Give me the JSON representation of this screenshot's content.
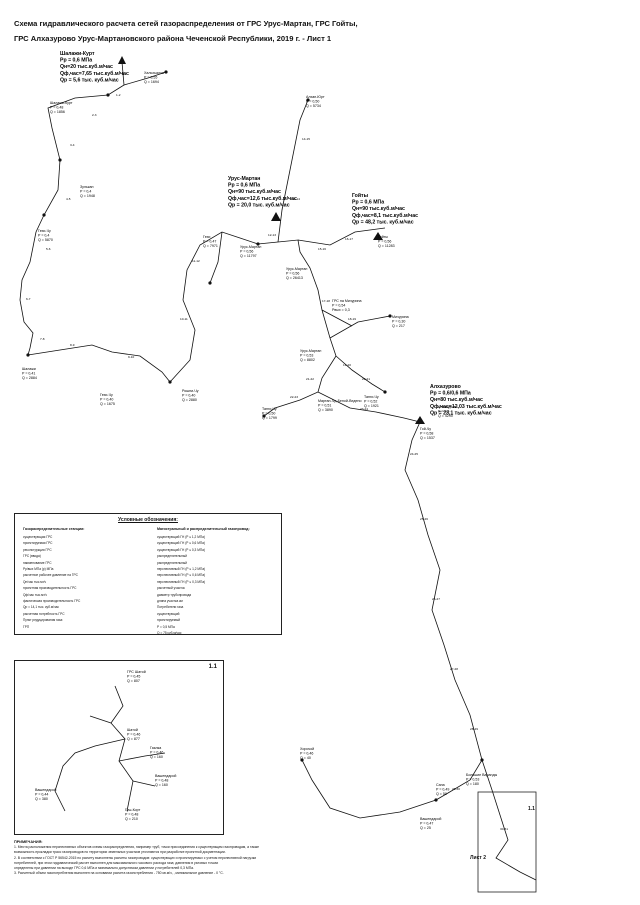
{
  "title": {
    "line1": "Схема гидравлического расчета сетей газораспределения от ГРС Урус-Мартан, ГРС Гойты,",
    "line2": "ГРС Алхазурово Урус-Мартановского района Чеченской Республики, 2019 г. - Лист 1"
  },
  "sources": [
    {
      "id": "shalazhi",
      "lines": [
        "Шалажи-Курт",
        "Рр = 0,6 МПа",
        "Qн=20 тыс.куб.м/час",
        "Qф,час=7,65 тыс.куб.м/час",
        "Qр = 5,6 тыс. куб.м/час"
      ]
    },
    {
      "id": "urusmartan",
      "lines": [
        "Урус-Мартан",
        "Рр = 0,6 МПа",
        "Qн=90 тыс.куб.м/час",
        "Qф,час=12,6 тыс.куб.м/час",
        "Qр = 20,0 тыс. куб.м/час"
      ]
    },
    {
      "id": "goyty",
      "lines": [
        "Гойты",
        "Рр = 0,6 МПа",
        "Qн=90 тыс.куб.м/час",
        "Qф,час=8,1 тыс.куб.м/час",
        "Qр = 48,2 тыс. куб.м/час"
      ]
    },
    {
      "id": "alkhazurovo",
      "lines": [
        "Алхазурово",
        "Рр = 0,6/0,6 МПа",
        "Qн=80 тыс.куб.м/час",
        "Qф,час=12,03 тыс.куб.м/час",
        "Qр = 23,1 тыс. куб.м/час"
      ]
    }
  ],
  "consumers": [
    {
      "id": "c1",
      "lines": [
        "Хальхьалха",
        "P = 0,55",
        "Q = 1694"
      ]
    },
    {
      "id": "c2",
      "lines": [
        "Шалажи-Курт",
        "P = 0,48",
        "Q = 1856"
      ]
    },
    {
      "id": "c3",
      "lines": [
        "Зулькан",
        "P = 0,4",
        "Q = 1948"
      ]
    },
    {
      "id": "c4",
      "lines": [
        "Гехи-Чу",
        "P = 0,4",
        "Q = 5870"
      ]
    },
    {
      "id": "c5",
      "lines": [
        "Шалажи",
        "P = 0,41",
        "Q = 2884"
      ]
    },
    {
      "id": "c6",
      "lines": [
        "Гехи-Чу",
        "P = 0,40",
        "Q = 1675"
      ]
    },
    {
      "id": "c7",
      "lines": [
        "Рошни-Чу",
        "P = 0,40",
        "Q = 2880"
      ]
    },
    {
      "id": "c8",
      "lines": [
        "Гехи",
        "P = 0,47",
        "Q = 7971"
      ]
    },
    {
      "id": "c9",
      "lines": [
        "Урус-Мартан",
        "P = 0,56",
        "Q = 11797"
      ]
    },
    {
      "id": "c10",
      "lines": [
        "Алхан-Юрт",
        "P = 0,50",
        "Q = 5734"
      ]
    },
    {
      "id": "c11",
      "lines": [
        "Гойты",
        "P = 0,56",
        "Q = 11283"
      ]
    },
    {
      "id": "c12",
      "lines": [
        "Урус-Мартан",
        "P = 0,56",
        "Q = 26413"
      ]
    },
    {
      "id": "c13",
      "lines": [
        "ГРС на Мичурина",
        "P = 0,54",
        "Pвых = 0,3"
      ]
    },
    {
      "id": "c14",
      "lines": [
        "Мичурина",
        "P = 0,30",
        "Q = 217"
      ]
    },
    {
      "id": "c15",
      "lines": [
        "Урус-Мартан",
        "P = 0,53",
        "Q = 8802"
      ]
    },
    {
      "id": "c16",
      "lines": [
        "Танги-Чу",
        "P = 0,52",
        "Q = 1921"
      ]
    },
    {
      "id": "c17",
      "lines": [
        "Танги-Чу",
        "P = 0,50",
        "Q = 1799"
      ]
    },
    {
      "id": "c18",
      "lines": [
        "Мартан-Чу, Беной-Ведено",
        "P = 0,51",
        "Q = 3890"
      ]
    },
    {
      "id": "c19",
      "lines": [
        "Гой-Чу",
        "P = 0,58",
        "Q = 1537"
      ]
    },
    {
      "id": "c20",
      "lines": [
        "Алхазурово",
        "P = 0,6",
        "Q = 4290"
      ]
    },
    {
      "id": "c21",
      "lines": [
        "Хорочой",
        "P = 0,46",
        "Q = 40"
      ]
    },
    {
      "id": "c22",
      "lines": [
        "Сана",
        "P = 0,49",
        "Q = 50"
      ]
    },
    {
      "id": "c23",
      "lines": [
        "Большие Варанды",
        "P = 0,53",
        "Q = 180"
      ]
    },
    {
      "id": "c24",
      "lines": [
        "Вашендарой",
        "P = 0,47",
        "Q = 25"
      ]
    }
  ],
  "pipe_labels": [
    "1-2",
    "2-3",
    "3-4",
    "4-5",
    "5-6",
    "6-7",
    "7-8",
    "8-9",
    "9-10",
    "10-11",
    "11-12",
    "12-13",
    "13-14",
    "14-15",
    "15-16",
    "16-17",
    "17-18",
    "18-19",
    "19-20",
    "20-21",
    "21-22",
    "22-23",
    "23-24",
    "24-25",
    "25-26",
    "26-27",
    "27-28",
    "28-29",
    "29-30",
    "30-31"
  ],
  "legend": {
    "title": "Условные обозначения:",
    "subtitle_left": "Газораспределительные станции:",
    "subtitle_right": "Магистральный и распределительный газопровод:",
    "left_items": [
      "существующая ГРС",
      "проектируемая ГРС",
      "реконструкция ГРС",
      "ГРС (ввода)",
      "наименование ГРС",
      "Рр/вых МПа (р) МПа",
      "расчетное рабочее давление на ГРС",
      "Qн/час тыс.м³/ч",
      "проектная производительность ГРС",
      "Qф/час тыс.м³/ч",
      "фактическая производительность ГРС",
      "Qр = 14,1 тыс. куб.м/час",
      "расчетная потребность ГРС",
      "Пункт редуцирования газа:",
      "ГРП"
    ],
    "right_items": [
      "существующий ГН (Р ≤ 1,2 МПа)",
      "существующий ГН (Р ≤ 0,6 МПа)",
      "существующий ГН (Р ≤ 0,3 МПа)",
      "распределительный",
      "распределительный",
      "перспективный ГН (Р ≤ 1,2 МПа)",
      "перспективный ГН (Р ≤ 0,6 МПа)",
      "перспективный ГН (Р ≤ 0,3 МПа)",
      "расчетный участок",
      "диаметр трубопровода",
      "длина участка км",
      "Потребители газа",
      "существующий",
      "проектируемый",
      "P = 0,5 МПа",
      "Q = 75 куб.м/час"
    ]
  },
  "inset": {
    "tag": "1.1",
    "nodes": [
      {
        "id": "i1",
        "lines": [
          "ГРС Шатой",
          "P = 0,45",
          "Q = 807"
        ]
      },
      {
        "id": "i2",
        "lines": [
          "Шатой",
          "P = 0,46",
          "Q = 877"
        ]
      },
      {
        "id": "i3",
        "lines": [
          "Гаьнка",
          "P = 0,46",
          "Q = 160"
        ]
      },
      {
        "id": "i4",
        "lines": [
          "Вашендарой",
          "P = 0,48",
          "Q = 160"
        ]
      },
      {
        "id": "i5",
        "lines": [
          "Вашендарой",
          "P = 0,44",
          "Q = 380"
        ]
      },
      {
        "id": "i6",
        "lines": [
          "Гуш-Корт",
          "P = 0,48",
          "Q = 210"
        ]
      }
    ]
  },
  "notes": {
    "heading": "ПРИМЕЧАНИЯ:",
    "lines": [
      "1. Места расположения перспективных объектов схемы газораспределения, например труб, точки присоединения к существующим газопроводам, а также",
      "   возможность прокладки трасс газопроводов по территории земельных участков уточняются при разработке проектной документации.",
      "2. В соответствии с ГОСТ Р 56542-2015 по расчету выполнены расчеты газопроводов: существующих и проектируемых с учетом перспективной нагрузки",
      "   потребителей, при этом гидравлический расчет выполнен для максимального часового расхода газа; давления в узловых точках",
      "   определены при давлении на выходе ГРС 0,6 МПа и минимально допустимом давлении у потребителей 0,3 МПа.",
      "3. Расчетный объем газопотребления выполнен на основании расчета газопотребления - 750 кв.м/ч, , минимальное давление - 0 °С."
    ]
  },
  "sheet2": "Лист 2",
  "inset_tag_main": "1.1"
}
